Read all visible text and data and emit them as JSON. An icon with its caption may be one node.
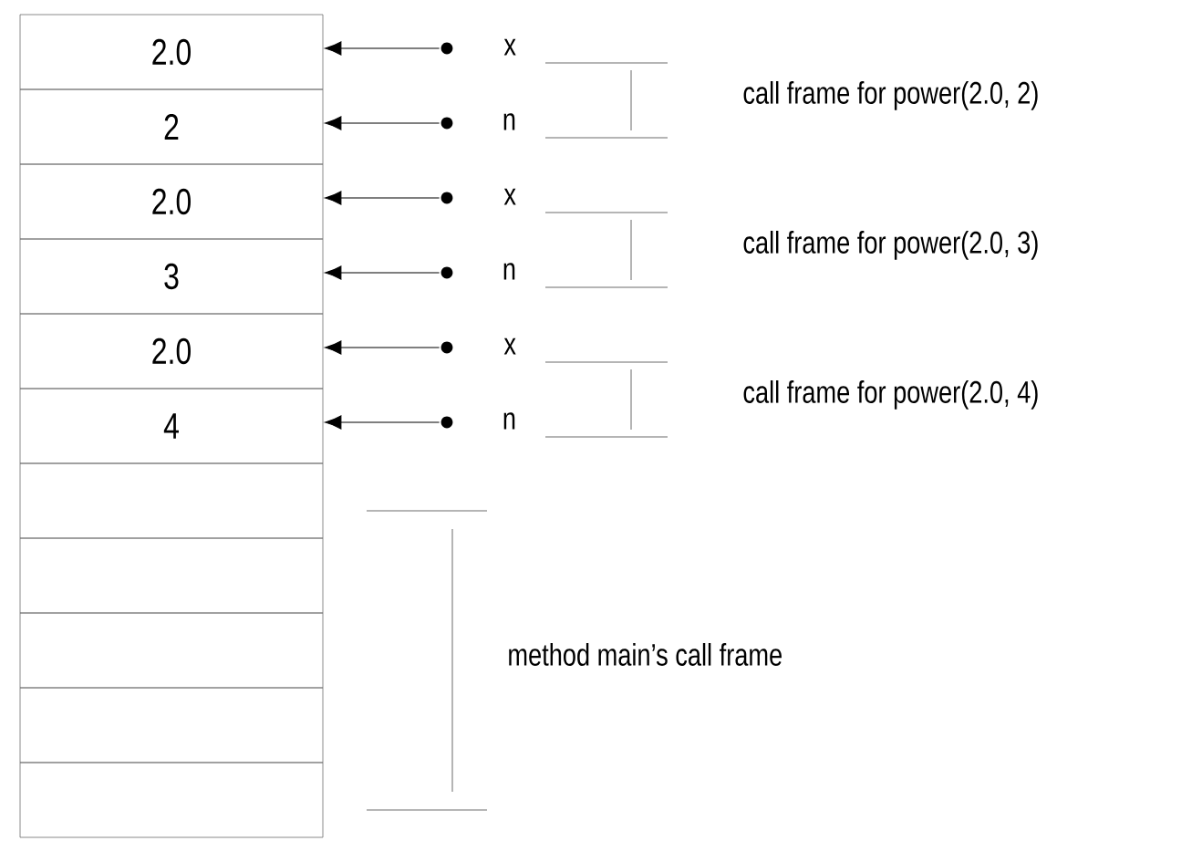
{
  "diagram": {
    "nodes": [
      {
        "text": [
          "2.0"
        ]
      },
      {
        "text": [
          "2"
        ]
      },
      {
        "text": [
          "2.0"
        ]
      },
      {
        "text": [
          "3"
        ]
      },
      {
        "text": [
          "2.0"
        ]
      },
      {
        "text": [
          "4"
        ]
      },
      {
        "text": [],
        "shape": "box"
      },
      {
        "text": [],
        "shape": "box"
      },
      {
        "text": [],
        "shape": "box"
      },
      {
        "text": [],
        "shape": "box"
      },
      {
        "text": [],
        "shape": "box"
      },
      {
        "text": [
          "x"
        ]
      },
      {
        "text": [
          "n"
        ]
      },
      {
        "text": [
          "x"
        ]
      },
      {
        "text": [
          "n"
        ]
      },
      {
        "text": [
          "x"
        ]
      },
      {
        "text": [
          "n"
        ]
      }
    ],
    "edges": [
      {
        "from": 11,
        "to": 0,
        "arrow": "to"
      },
      {
        "from": 12,
        "to": 1,
        "arrow": "to"
      },
      {
        "from": 13,
        "to": 2,
        "arrow": "to"
      },
      {
        "from": 14,
        "to": 3,
        "arrow": "to"
      },
      {
        "from": 15,
        "to": 4,
        "arrow": "to"
      },
      {
        "from": 16,
        "to": 5,
        "arrow": "to"
      }
    ],
    "labels": [
      "call frame for power(2.0, 2)",
      "call frame for power(2.0, 3)",
      "call frame for power(2.0, 4)",
      "method main’s call frame"
    ]
  }
}
